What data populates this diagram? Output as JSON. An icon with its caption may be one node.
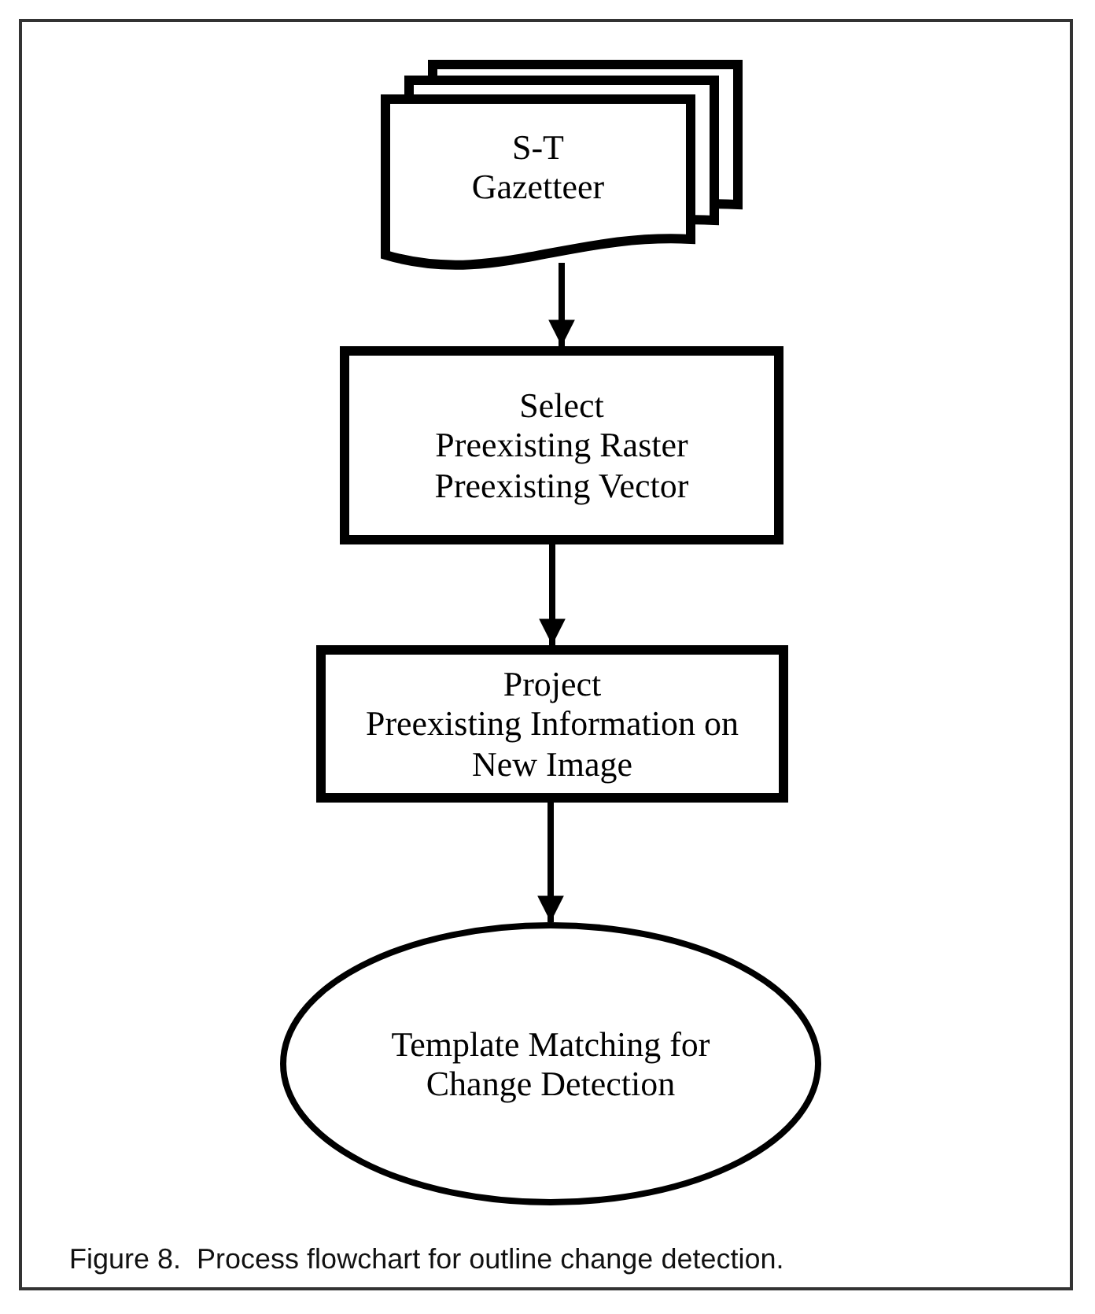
{
  "diagram": {
    "caption": "Figure 8.  Process flowchart for outline change detection.",
    "nodes": [
      {
        "text": [
          "S-T Gazetteer"
        ]
      },
      {
        "text": [
          "Select",
          "Preexisting Raster",
          "Preexisting Vector"
        ]
      },
      {
        "text": [
          "Project",
          "Preexisting Information on New Image"
        ]
      },
      {
        "text": [
          "Template Matching for Change Detection"
        ]
      }
    ],
    "edges": [
      {
        "from": 0,
        "to": 1,
        "arrow": "to"
      },
      {
        "from": 1,
        "to": 2,
        "arrow": "to"
      },
      {
        "from": 2,
        "to": 3,
        "arrow": "to"
      }
    ]
  }
}
